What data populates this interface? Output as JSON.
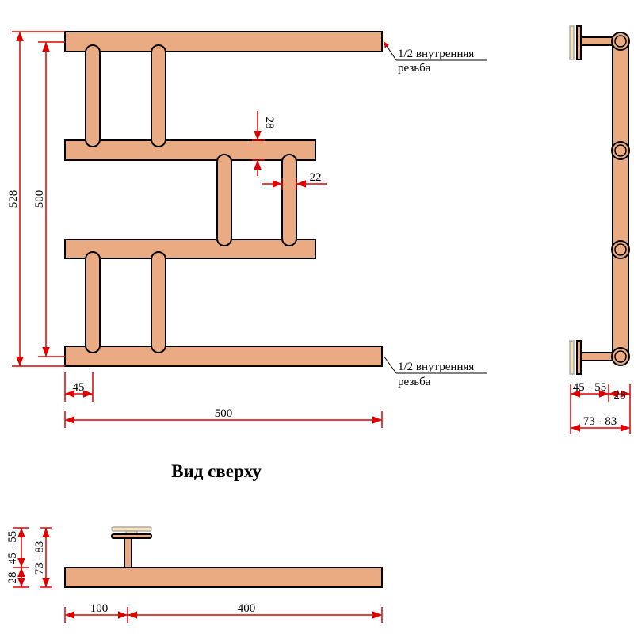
{
  "front_view": {
    "thread_label_top": [
      "1/2 внутренняя",
      "резьба"
    ],
    "thread_label_bottom": [
      "1/2 внутренняя",
      "резьба"
    ],
    "dim_total_height": "528",
    "dim_center_height": "500",
    "dim_offset": "45",
    "dim_width": "500",
    "dim_pipe_diameter": "28",
    "dim_tube_diameter": "22"
  },
  "side_view": {
    "dim_wall_distance": "45 - 55",
    "dim_pipe": "28",
    "dim_total_depth": "73 - 83"
  },
  "top_view": {
    "title": "Вид сверху",
    "dim_wall_distance": "45 - 55",
    "dim_pipe": "28",
    "dim_total_depth": "73 - 83",
    "dim_left": "100",
    "dim_right": "400"
  },
  "colors": {
    "pipe": "#EBAB82",
    "dimension": "#e00000"
  }
}
